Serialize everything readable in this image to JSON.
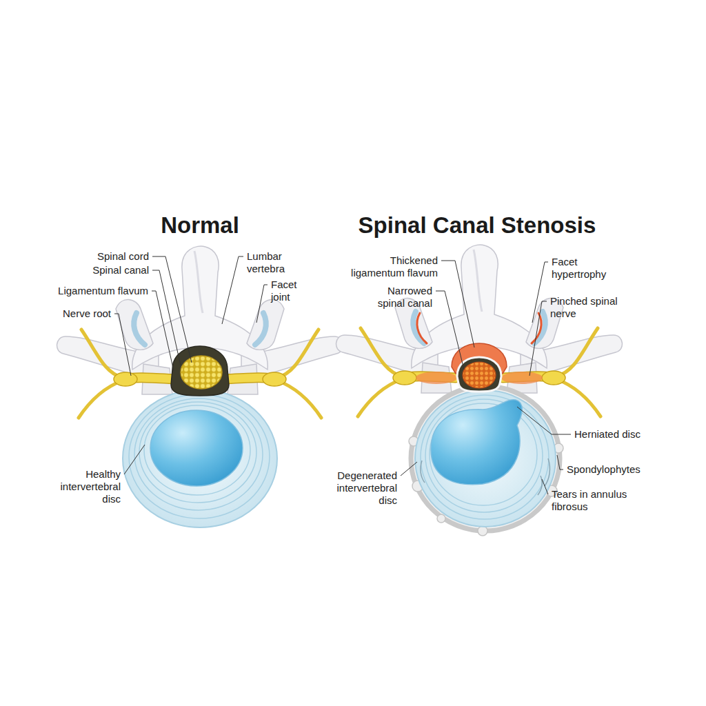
{
  "diagram": {
    "labels": [
      "Normal",
      "Spinal Canal Stenosis",
      "Spinal cord",
      "Spinal canal",
      "Lumbar vertebra",
      "Ligamentum flavum",
      "Facet joint",
      "Nerve root",
      "Healthy intervertebral disc",
      "Thickened ligamentum flavum",
      "Facet hypertrophy",
      "Narrowed spinal canal",
      "Pinched spinal nerve",
      "Herniated disc",
      "Degenerated intervertebral disc",
      "Spondylophytes",
      "Tears in annulus fibrosus"
    ]
  }
}
